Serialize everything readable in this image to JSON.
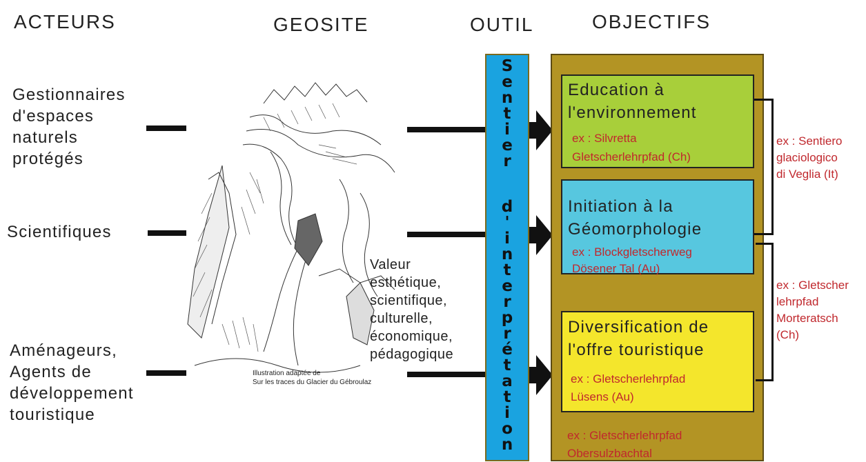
{
  "headers": {
    "acteurs": "ACTEURS",
    "geosite": "GEOSITE",
    "outil": "OUTIL",
    "objectifs": "OBJECTIFS"
  },
  "actors": [
    {
      "lines": [
        "Gestionnaires",
        "d'espaces",
        "naturels",
        "protégés"
      ]
    },
    {
      "lines": [
        "Scientifiques"
      ]
    },
    {
      "lines": [
        "Aménageurs,",
        "Agents de",
        "développement",
        "touristique"
      ]
    }
  ],
  "geosite": {
    "valeur_lines": [
      "Valeur",
      "esthétique,",
      "scientifique,",
      "culturelle,",
      "économique,",
      "pédagogique"
    ],
    "credit_lines": [
      "Illustration adaptée de",
      "Sur les traces du Glacier du Gébroulaz"
    ]
  },
  "outil": {
    "chars_part1": [
      "S",
      "e",
      "n",
      "t",
      "i",
      "e",
      "r"
    ],
    "chars_part2": [
      "d",
      "'",
      "i",
      "n",
      "t",
      "e",
      "r",
      "p",
      "r",
      "é",
      "t",
      "a",
      "t",
      "i",
      "o",
      "n"
    ]
  },
  "objectives": [
    {
      "title_lines": [
        "Education à",
        "l'environnement"
      ],
      "example_lines": [
        "ex : Silvretta",
        "Gletscherlehrpfad (Ch)"
      ],
      "color": "#a8cf3a"
    },
    {
      "title_lines": [
        "Initiation à la",
        "Géomorphologie"
      ],
      "example_lines": [
        "ex : Blockgletscherweg",
        "Dösener Tal (Au)"
      ],
      "color": "#57c7df"
    },
    {
      "title_lines": [
        "Diversification de",
        "l'offre touristique"
      ],
      "example_lines": [
        "ex : Gletscherlehrpfad",
        "Lüsens (Au)"
      ],
      "color": "#f4e62c"
    }
  ],
  "bottom_example_lines": [
    "ex : Gletscherlehrpfad",
    "Obersulzbachtal"
  ],
  "side_examples": [
    {
      "lines": [
        "ex : Sentiero",
        "glaciologico",
        "di Veglia (It)"
      ]
    },
    {
      "lines": [
        "ex : Gletscher",
        "lehrpfad",
        "Morteratsch",
        "(Ch)"
      ]
    }
  ],
  "colors": {
    "outil": "#1aa3e0",
    "objectifs_panel": "#b39424",
    "example_text": "#c0282d"
  }
}
